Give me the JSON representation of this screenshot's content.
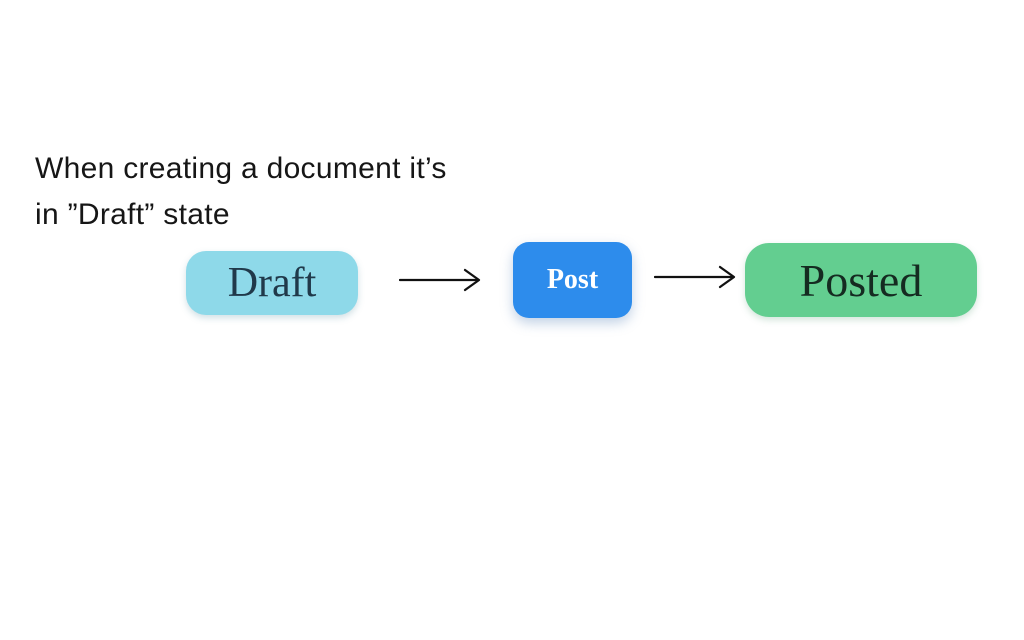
{
  "caption": {
    "line1": "When creating a document it’s",
    "line2": "in ”Draft” state"
  },
  "flow": {
    "states": [
      {
        "id": "draft",
        "label": "Draft",
        "bg": "#8ED9E9",
        "text_color": "#20394A"
      },
      {
        "id": "post",
        "label": "Post",
        "bg": "#2D8CEC",
        "text_color": "#FFFFFF"
      },
      {
        "id": "posted",
        "label": "Posted",
        "bg": "#63CE90",
        "text_color": "#152B21"
      }
    ],
    "arrow_color": "#111111"
  }
}
